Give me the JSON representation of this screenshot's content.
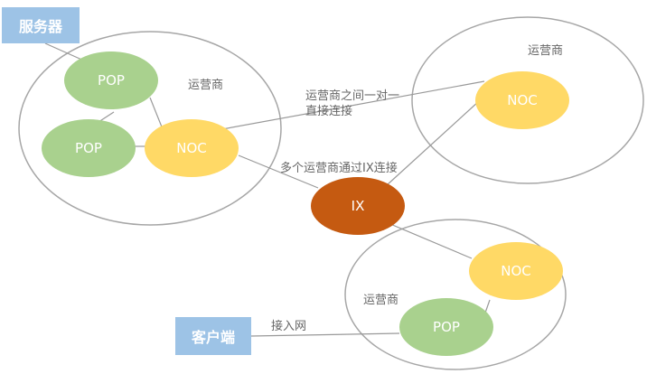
{
  "boxes": {
    "server": "服务器",
    "client": "客户端"
  },
  "nodes": {
    "pop_top": "POP",
    "pop_mid": "POP",
    "noc_left": "NOC",
    "noc_right": "NOC",
    "ix": "IX",
    "noc_bottom": "NOC",
    "pop_bottom": "POP"
  },
  "clouds": {
    "left": "运营商",
    "right": "运营商",
    "bottom": "运营商"
  },
  "notes": {
    "direct_line1": "运营商之间一对一",
    "direct_line2": "直接连接",
    "via_ix": "多个运营商通过IX连接",
    "access": "接入网"
  },
  "colors": {
    "box_blue": "#9dc3e6",
    "pop_green": "#a9d18e",
    "noc_yellow": "#ffd966",
    "ix_orange": "#c55a11",
    "line_gray": "#a6a6a6"
  }
}
